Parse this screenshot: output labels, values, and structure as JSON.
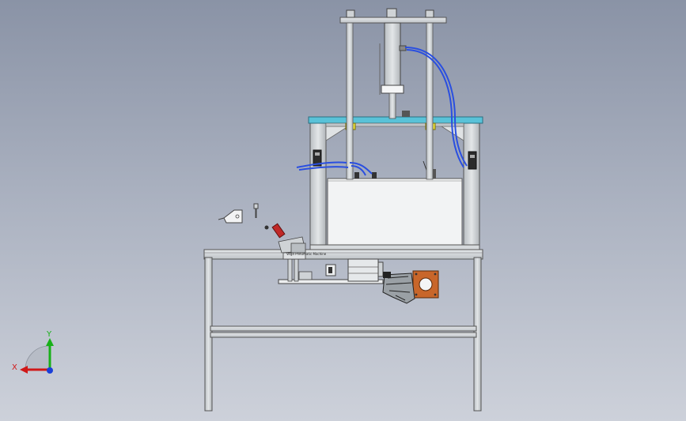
{
  "viewport": {
    "background_top": "#8a93a6",
    "background_bottom": "#cdd1da"
  },
  "triad": {
    "x_label": "X",
    "y_label": "Y",
    "x_color": "#d01818",
    "y_color": "#18b018",
    "z_color": "#1a3fd8"
  },
  "model": {
    "frame_color": "#cfd3d6",
    "plate_color": "#59c2d8",
    "tube_color": "#2a4fe0",
    "accent_yellow": "#f0e640",
    "motor_color": "#c8662a",
    "handle_color": "#c02828",
    "part_label": "Vega Pneumatic Machine"
  },
  "icons": {
    "triad": "coordinate-triad-icon"
  }
}
